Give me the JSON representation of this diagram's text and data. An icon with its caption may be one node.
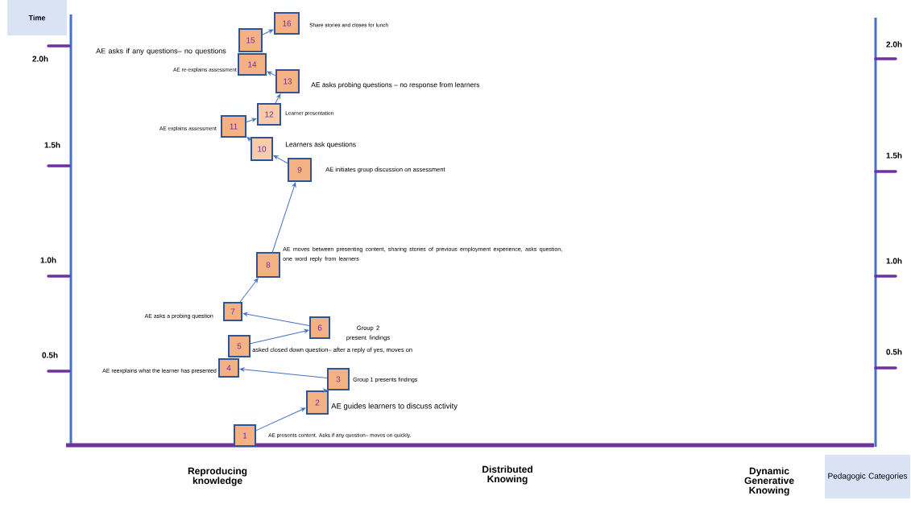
{
  "diagram": {
    "nodes": [
      {
        "text": [
          "Time"
        ]
      },
      {
        "text": [
          "1"
        ],
        "beside": [
          "AE presents content. Asks if any question– moves on quickly."
        ]
      },
      {
        "text": [
          "2"
        ],
        "beside": [
          "AE guides learners to discuss activity"
        ]
      },
      {
        "text": [
          "3"
        ],
        "beside": [
          "Group 1 presents findings"
        ]
      },
      {
        "text": [
          "4"
        ],
        "beside": [
          "AE reexplains what the learner has presented"
        ]
      },
      {
        "text": [
          "5"
        ],
        "beside": [
          "asked closed down question– after a reply of yes, moves on"
        ]
      },
      {
        "text": [
          "6"
        ],
        "beside": [
          "Group 2 present findings"
        ]
      },
      {
        "text": [
          "7"
        ],
        "beside": [
          "AE asks a probing question"
        ]
      },
      {
        "text": [
          "8"
        ],
        "beside": [
          "AE moves between presenting content, sharing stories of previous employment experience, asks question, one word reply from learners"
        ]
      },
      {
        "text": [
          "9"
        ],
        "beside": [
          "AE initiates group discussion on assessment"
        ]
      },
      {
        "text": [
          "10"
        ],
        "beside": [
          "Learners ask questions"
        ]
      },
      {
        "text": [
          "11"
        ],
        "beside": [
          "AE explains assessment"
        ]
      },
      {
        "text": [
          "12"
        ],
        "beside": [
          "Learner presentation"
        ]
      },
      {
        "text": [
          "13"
        ],
        "beside": [
          "AE asks probing questions – no response from learners"
        ]
      },
      {
        "text": [
          "14"
        ],
        "beside": [
          "AE re-explains assessment"
        ]
      },
      {
        "text": [
          "15"
        ],
        "beside": [
          "AE asks if any questions– no questions"
        ]
      },
      {
        "text": [
          "16"
        ],
        "beside": [
          "Share stories and closes for lunch"
        ]
      },
      {
        "text": [
          "Pedagogic Categories"
        ]
      }
    ],
    "edges": [
      {
        "from": 1,
        "to": 2,
        "arrow": "to"
      },
      {
        "from": 2,
        "to": 3,
        "arrow": "to"
      },
      {
        "from": 3,
        "to": 4,
        "arrow": "to"
      },
      {
        "from": 5,
        "to": 6,
        "arrow": "to"
      },
      {
        "from": 6,
        "to": 7,
        "arrow": "to"
      },
      {
        "from": 7,
        "to": 8,
        "arrow": "to"
      },
      {
        "from": 8,
        "to": 9,
        "arrow": "to"
      },
      {
        "from": 9,
        "to": 10,
        "arrow": "to"
      },
      {
        "from": 10,
        "to": 11,
        "arrow": "to"
      },
      {
        "from": 11,
        "to": 12,
        "arrow": "to"
      },
      {
        "from": 12,
        "to": 13,
        "arrow": "to"
      },
      {
        "from": 13,
        "to": 14,
        "arrow": "to"
      },
      {
        "from": 15,
        "to": 16,
        "arrow": "to"
      }
    ],
    "labels": [
      "2.0h",
      "1.5h",
      "1.0h",
      "0.5h",
      "2.0h",
      "1.5h",
      "1.0h",
      "0.5h",
      "Reproducing knowledge",
      "Distributed Knowing",
      "Dynamic Generative Knowing"
    ]
  }
}
